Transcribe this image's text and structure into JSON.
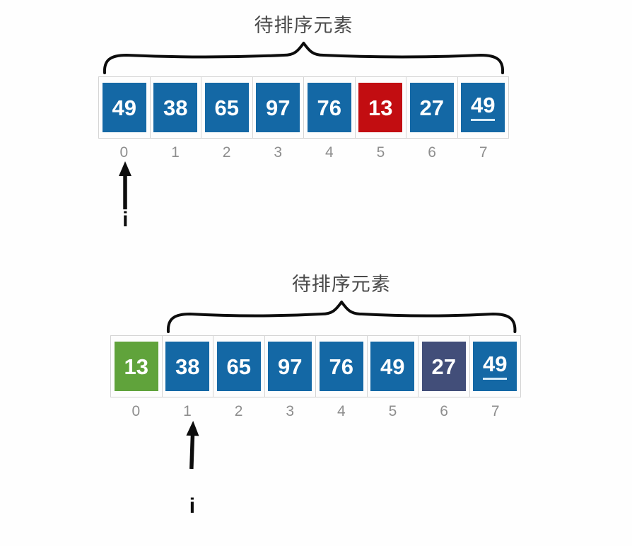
{
  "colors": {
    "cell_blue": "#1468A5",
    "cell_red": "#C20D11",
    "cell_green": "#60A33B",
    "cell_slate": "#424E79",
    "cell_text": "#ffffff",
    "underline": "#d8ecf8",
    "index_text": "#8e8e8e",
    "title_text": "#4a4a4a",
    "strip_border": "#d4d4d4",
    "pointer": "#0d0d0d",
    "page_background": "#fefefe"
  },
  "panels": [
    {
      "title": "待排序元素",
      "cells": [
        {
          "value": "49",
          "color": "cell_blue",
          "underline": false
        },
        {
          "value": "38",
          "color": "cell_blue",
          "underline": false
        },
        {
          "value": "65",
          "color": "cell_blue",
          "underline": false
        },
        {
          "value": "97",
          "color": "cell_blue",
          "underline": false
        },
        {
          "value": "76",
          "color": "cell_blue",
          "underline": false
        },
        {
          "value": "13",
          "color": "cell_red",
          "underline": false
        },
        {
          "value": "27",
          "color": "cell_blue",
          "underline": false
        },
        {
          "value": "49",
          "color": "cell_blue",
          "underline": true
        }
      ],
      "indices": [
        "0",
        "1",
        "2",
        "3",
        "4",
        "5",
        "6",
        "7"
      ],
      "brace_from_index": 0,
      "brace_to_index": 7,
      "pointer_index": 0,
      "pointer_label": "i"
    },
    {
      "title": "待排序元素",
      "cells": [
        {
          "value": "13",
          "color": "cell_green",
          "underline": false
        },
        {
          "value": "38",
          "color": "cell_blue",
          "underline": false
        },
        {
          "value": "65",
          "color": "cell_blue",
          "underline": false
        },
        {
          "value": "97",
          "color": "cell_blue",
          "underline": false
        },
        {
          "value": "76",
          "color": "cell_blue",
          "underline": false
        },
        {
          "value": "49",
          "color": "cell_blue",
          "underline": false
        },
        {
          "value": "27",
          "color": "cell_slate",
          "underline": false
        },
        {
          "value": "49",
          "color": "cell_blue",
          "underline": true
        }
      ],
      "indices": [
        "0",
        "1",
        "2",
        "3",
        "4",
        "5",
        "6",
        "7"
      ],
      "brace_from_index": 1,
      "brace_to_index": 7,
      "pointer_index": 1,
      "pointer_label": "i"
    }
  ]
}
